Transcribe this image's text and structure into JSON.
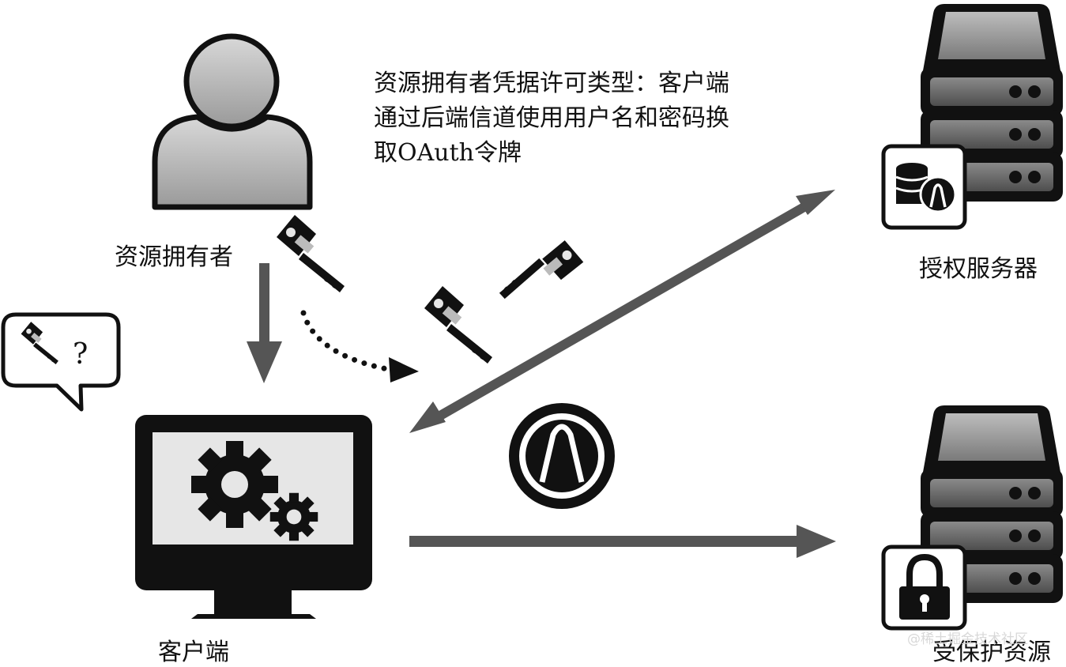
{
  "labels": {
    "resource_owner": "资源拥有者",
    "auth_server": "授权服务器",
    "client": "客户端",
    "protected_resource": "受保护资源"
  },
  "description": {
    "lines": [
      "资源拥有者凭据许可类型：客户端",
      "通过后端信道使用用户名和密码换",
      "取OAuth令牌"
    ]
  },
  "speech_bubble": {
    "text": "?"
  },
  "watermark": "@稀土掘金技术社区",
  "icons": {
    "person": "person-icon",
    "keys": "key-icon",
    "server": "server-icon",
    "token": "oauth-token-icon",
    "lock": "lock-icon",
    "gears": "gear-icon",
    "monitor": "monitor-icon"
  }
}
